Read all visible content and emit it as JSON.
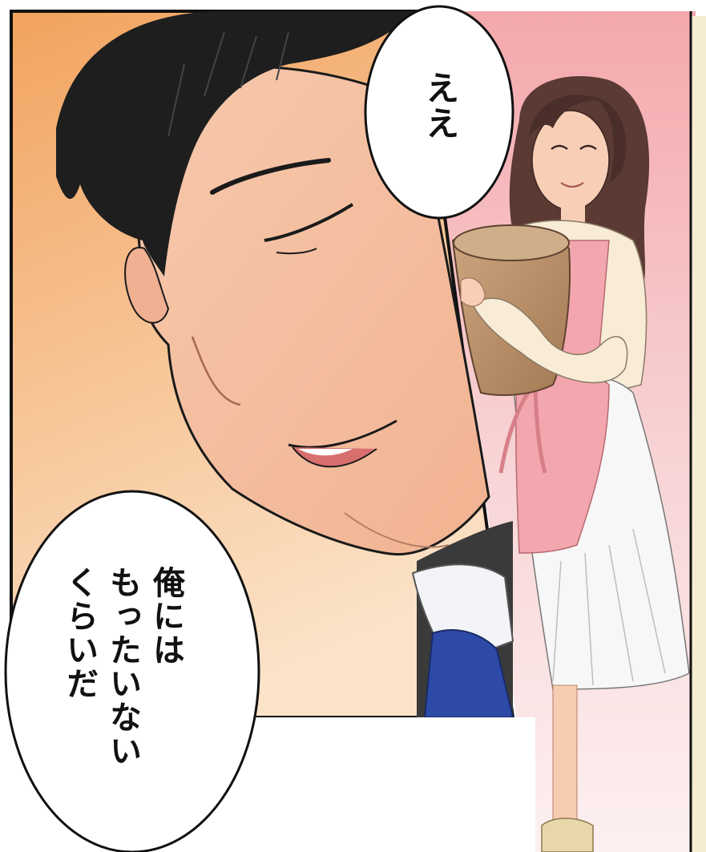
{
  "panels": {
    "left": {
      "speech": {
        "lines": [
          "俺には",
          "もったいない",
          "くらいだ"
        ]
      }
    },
    "right": {
      "speech": {
        "text": "ええ"
      }
    }
  },
  "colors": {
    "left_bg_top": "#f2a35f",
    "left_bg_bottom": "#fbe3c8",
    "right_bg_top": "#f4a8ac",
    "right_bg_bottom": "#fbe6ea",
    "skin": "#f6c2a3",
    "hair_dark": "#222222",
    "hair_brown": "#5b3a34",
    "apron": "#f3a6ad",
    "sweater": "#f8ecd6",
    "skirt": "#f7f7f7",
    "bowl": "#b98f68",
    "tie": "#2c4aa6",
    "collar": "#f2f4f7"
  },
  "icons": {
    "man": "man-face-icon",
    "woman": "woman-with-bowl-icon"
  }
}
